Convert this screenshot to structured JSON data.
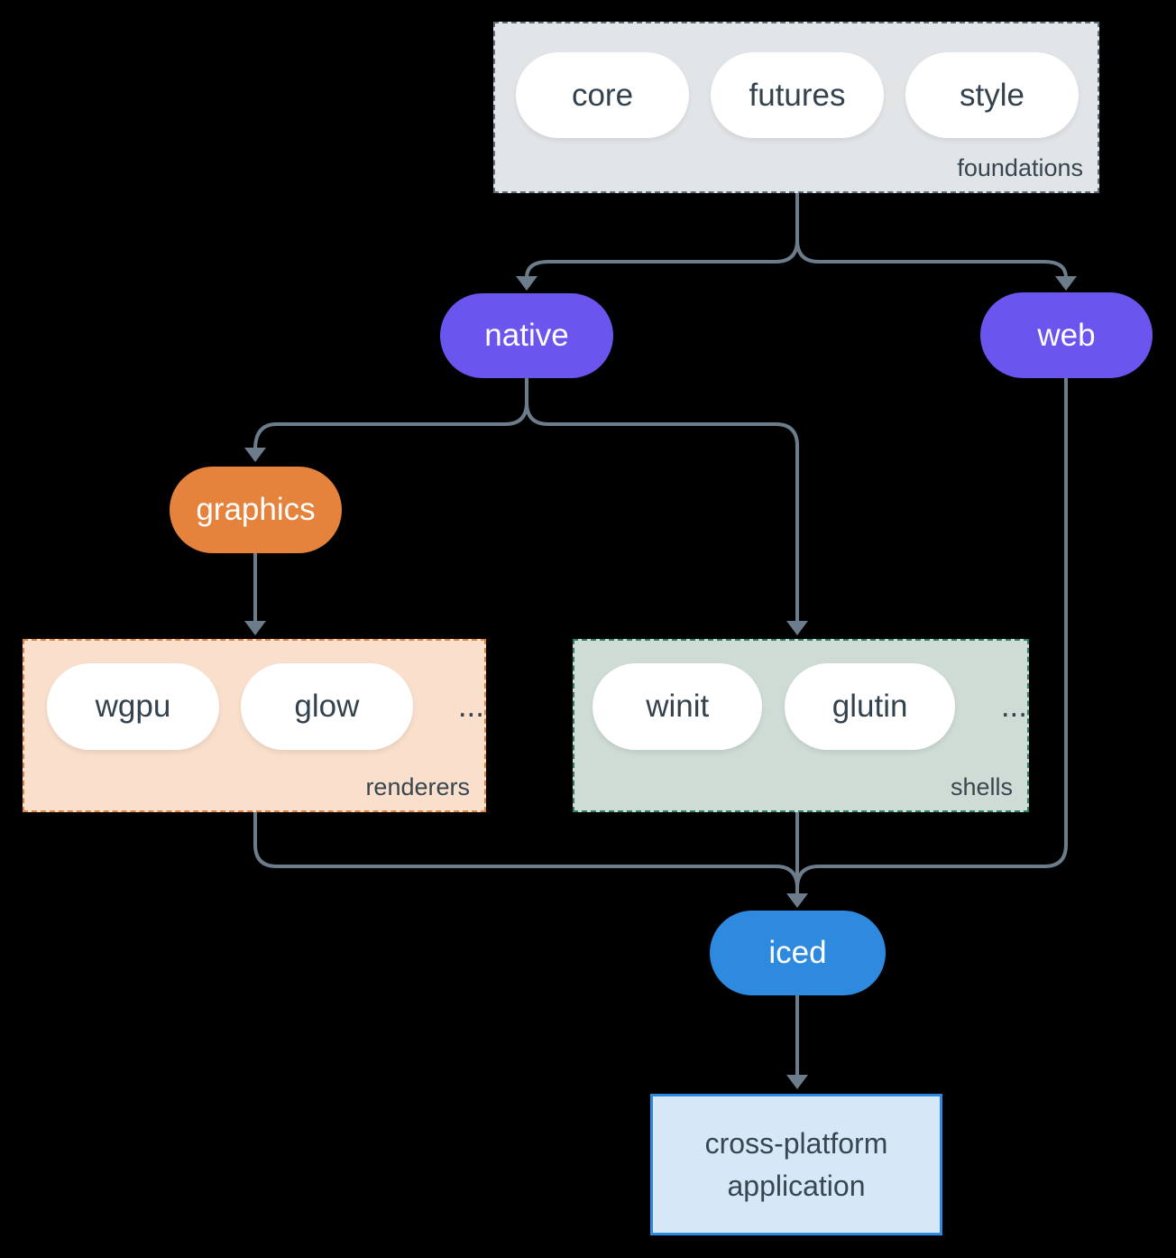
{
  "diagram": {
    "background": "#000000",
    "arrow_color": "#6d7c8a",
    "groups": {
      "foundations": {
        "label": "foundations",
        "fill": "#e1e5e8",
        "border": "#5d6e7d",
        "pills": [
          "core",
          "futures",
          "style"
        ]
      },
      "renderers": {
        "label": "renderers",
        "fill": "#f9dfcc",
        "border": "#e0813c",
        "pills": [
          "wgpu",
          "glow"
        ],
        "ellipsis": "..."
      },
      "shells": {
        "label": "shells",
        "fill": "#cedcd5",
        "border": "#2e7d6c",
        "pills": [
          "winit",
          "glutin"
        ],
        "ellipsis": "..."
      }
    },
    "nodes": {
      "native": {
        "label": "native",
        "fill": "#6a55ef"
      },
      "web": {
        "label": "web",
        "fill": "#6a55ef"
      },
      "graphics": {
        "label": "graphics",
        "fill": "#e5823c"
      },
      "iced": {
        "label": "iced",
        "fill": "#2e8ade"
      }
    },
    "application": {
      "line1": "cross-platform",
      "line2": "application",
      "fill": "#d6e7f8",
      "border": "#2e8ade",
      "text_color": "#37464f"
    }
  }
}
